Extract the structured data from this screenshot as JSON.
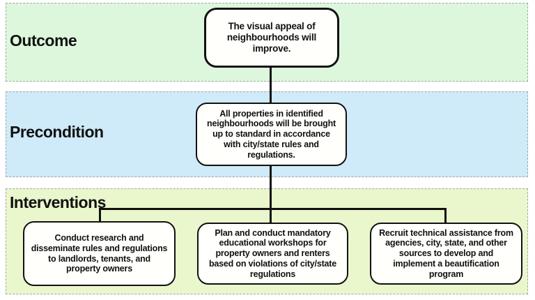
{
  "bands": {
    "outcome": {
      "label": "Outcome",
      "color": "#ddf7dd"
    },
    "precondition": {
      "label": "Precondition",
      "color": "#cfeaf8"
    },
    "interventions": {
      "label": "Interventions",
      "color": "#eaf6cc"
    }
  },
  "nodes": {
    "outcome": {
      "text": "The visual appeal of neighbourhoods will improve."
    },
    "precondition": {
      "text": "All properties in identified neighbourhoods will be brought up to standard in accordance with city/state rules and regulations."
    },
    "interventions": [
      {
        "text": "Conduct research and disseminate rules and regulations to landlords, tenants, and property owners"
      },
      {
        "text": "Plan and conduct mandatory educational workshops for property owners and renters based on violations of city/state regulations"
      },
      {
        "text": "Recruit technical assistance from agencies, city, state, and other sources to develop and implement a beautification program"
      }
    ]
  },
  "styles": {
    "connector_color": "#111111",
    "node_fill": "#fffffc",
    "node_border": "#111111",
    "band_border": "#a2a8a2"
  }
}
